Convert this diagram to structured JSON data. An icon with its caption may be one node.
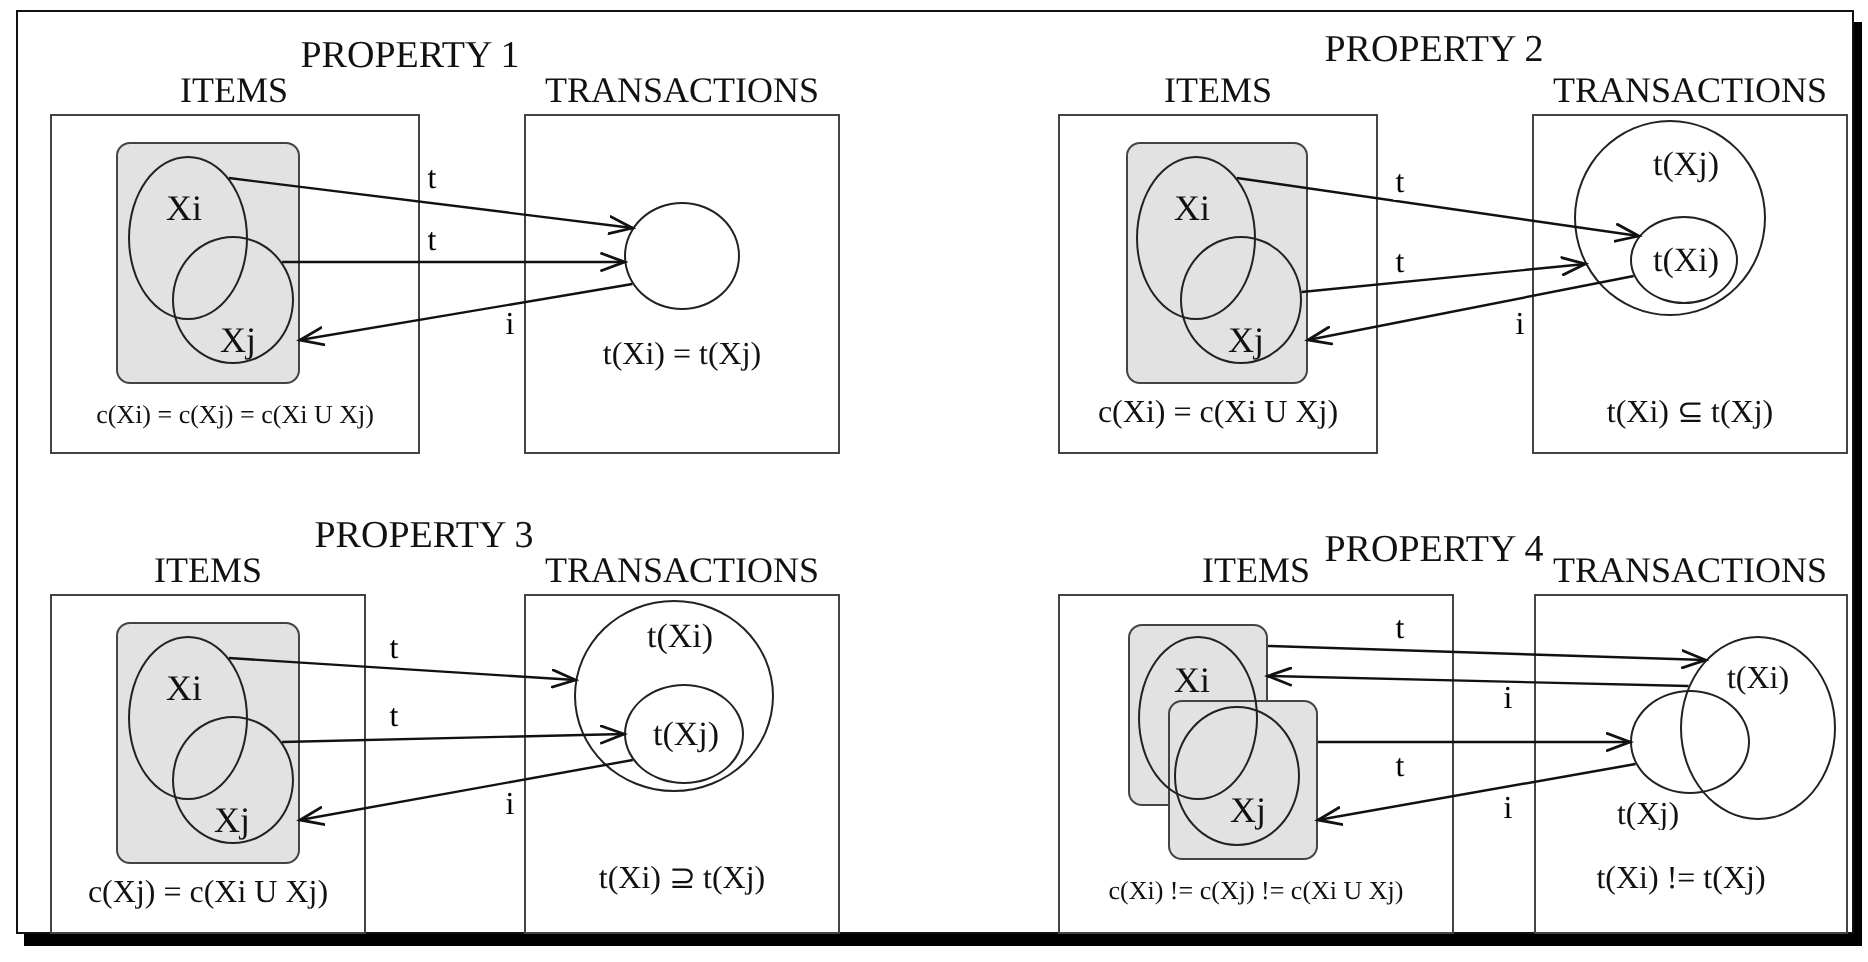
{
  "diagram": {
    "nodes": [
      {
        "text": [
          "ITEMS",
          "c(Xi) = c(Xj) = c(Xi U Xj)"
        ]
      },
      {
        "text": [],
        "shape": "box",
        "in": 0
      },
      {
        "text": [
          "Xi"
        ],
        "in": 1
      },
      {
        "text": [
          "Xj"
        ],
        "in": 1
      },
      {
        "text": [
          "TRANSACTIONS",
          "t(Xi) = t(Xj)"
        ]
      },
      {
        "text": [],
        "shape": "circle",
        "in": 4
      },
      {
        "text": [
          "ITEMS",
          "c(Xi) = c(Xi U Xj)"
        ]
      },
      {
        "text": [],
        "shape": "box",
        "in": 6
      },
      {
        "text": [
          "Xi"
        ],
        "in": 7
      },
      {
        "text": [
          "Xj"
        ],
        "in": 7
      },
      {
        "text": [
          "TRANSACTIONS",
          "t(Xi) ⊆ t(Xj)"
        ]
      },
      {
        "text": [
          "t(Xj)"
        ],
        "in": 10
      },
      {
        "text": [
          "t(Xi)"
        ],
        "in": 11
      },
      {
        "text": [
          "ITEMS",
          "c(Xj) = c(Xi U Xj)"
        ]
      },
      {
        "text": [],
        "shape": "box",
        "in": 13
      },
      {
        "text": [
          "Xi"
        ],
        "in": 14
      },
      {
        "text": [
          "Xj"
        ],
        "in": 14
      },
      {
        "text": [
          "TRANSACTIONS",
          "t(Xi) ⊇ t(Xj)"
        ]
      },
      {
        "text": [
          "t(Xi)"
        ],
        "in": 17
      },
      {
        "text": [
          "t(Xj)"
        ],
        "in": 18
      },
      {
        "text": [
          "ITEMS",
          "c(Xi) != c(Xj) != c(Xi U Xj)"
        ]
      },
      {
        "text": [],
        "shape": "box",
        "in": 20
      },
      {
        "text": [
          "Xi"
        ],
        "in": 21
      },
      {
        "text": [],
        "shape": "box",
        "in": 20
      },
      {
        "text": [
          "Xj"
        ],
        "in": 23
      },
      {
        "text": [
          "TRANSACTIONS",
          "t(Xi) != t(Xj)"
        ]
      },
      {
        "text": [
          "t(Xi)"
        ],
        "in": 25
      },
      {
        "text": [
          "t(Xj)"
        ],
        "in": 25
      }
    ],
    "edges": [
      {
        "from": 2,
        "to": 5,
        "arrow": "to",
        "label": "t"
      },
      {
        "from": 3,
        "to": 5,
        "arrow": "to",
        "label": "t"
      },
      {
        "from": 5,
        "to": 1,
        "arrow": "to",
        "label": "i"
      },
      {
        "from": 8,
        "to": 12,
        "arrow": "to",
        "label": "t"
      },
      {
        "from": 9,
        "to": 11,
        "arrow": "to",
        "label": "t"
      },
      {
        "from": 12,
        "to": 7,
        "arrow": "to",
        "label": "i"
      },
      {
        "from": 15,
        "to": 18,
        "arrow": "to",
        "label": "t"
      },
      {
        "from": 16,
        "to": 19,
        "arrow": "to",
        "label": "t"
      },
      {
        "from": 19,
        "to": 14,
        "arrow": "to",
        "label": "i"
      },
      {
        "from": 21,
        "to": 26,
        "arrow": "to",
        "label": "t"
      },
      {
        "from": 26,
        "to": 21,
        "arrow": "to",
        "label": "i"
      },
      {
        "from": 23,
        "to": 27,
        "arrow": "to",
        "label": "t"
      },
      {
        "from": 27,
        "to": 23,
        "arrow": "to",
        "label": "i"
      }
    ],
    "labels": [
      "PROPERTY 1",
      "PROPERTY 2",
      "PROPERTY 3",
      "PROPERTY 4"
    ]
  }
}
